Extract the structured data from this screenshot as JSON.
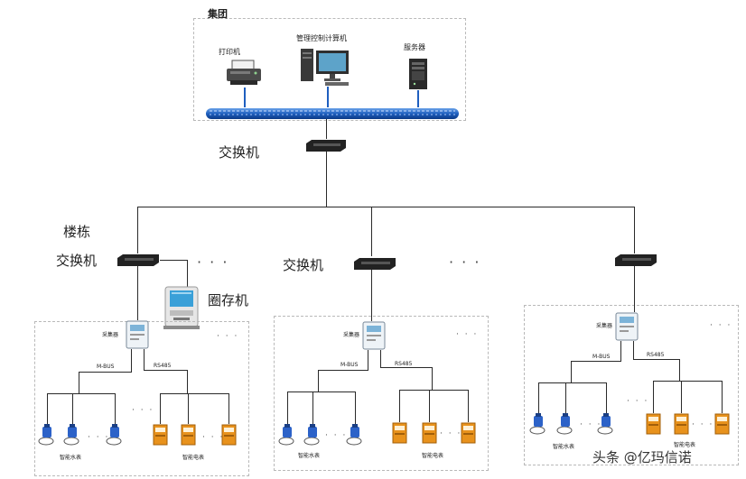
{
  "group": {
    "title": "集团",
    "printer_label": "打印机",
    "computer_label": "管理控制计算机",
    "server_label": "服务器"
  },
  "core_switch_label": "交换机",
  "building_label_line1": "楼栋",
  "building_label_line2": "交换机",
  "middle_switch_label": "交换机",
  "kiosk_label": "圈存机",
  "ellipsis": "· · ·",
  "ellipsis_small": "· · ·",
  "zones": [
    {
      "collector_label": "采集器",
      "mbus_label": "M-BUS",
      "rs485_label": "RS485",
      "water_label": "智能水表",
      "electric_label": "智能电表"
    },
    {
      "collector_label": "采集器",
      "mbus_label": "M-BUS",
      "rs485_label": "RS485",
      "water_label": "智能水表",
      "electric_label": "智能电表"
    },
    {
      "collector_label": "采集器",
      "mbus_label": "M-BUS",
      "rs485_label": "RS485",
      "water_label": "智能水表",
      "electric_label": "智能电表"
    }
  ],
  "watermark": "头条 @亿玛信诺",
  "colors": {
    "backbone_blue": "#1f5fbf",
    "device_dark": "#2b2b2b",
    "meter_orange": "#e8921c",
    "water_blue": "#2c62c8",
    "kiosk_blue": "#3aa0d8"
  }
}
